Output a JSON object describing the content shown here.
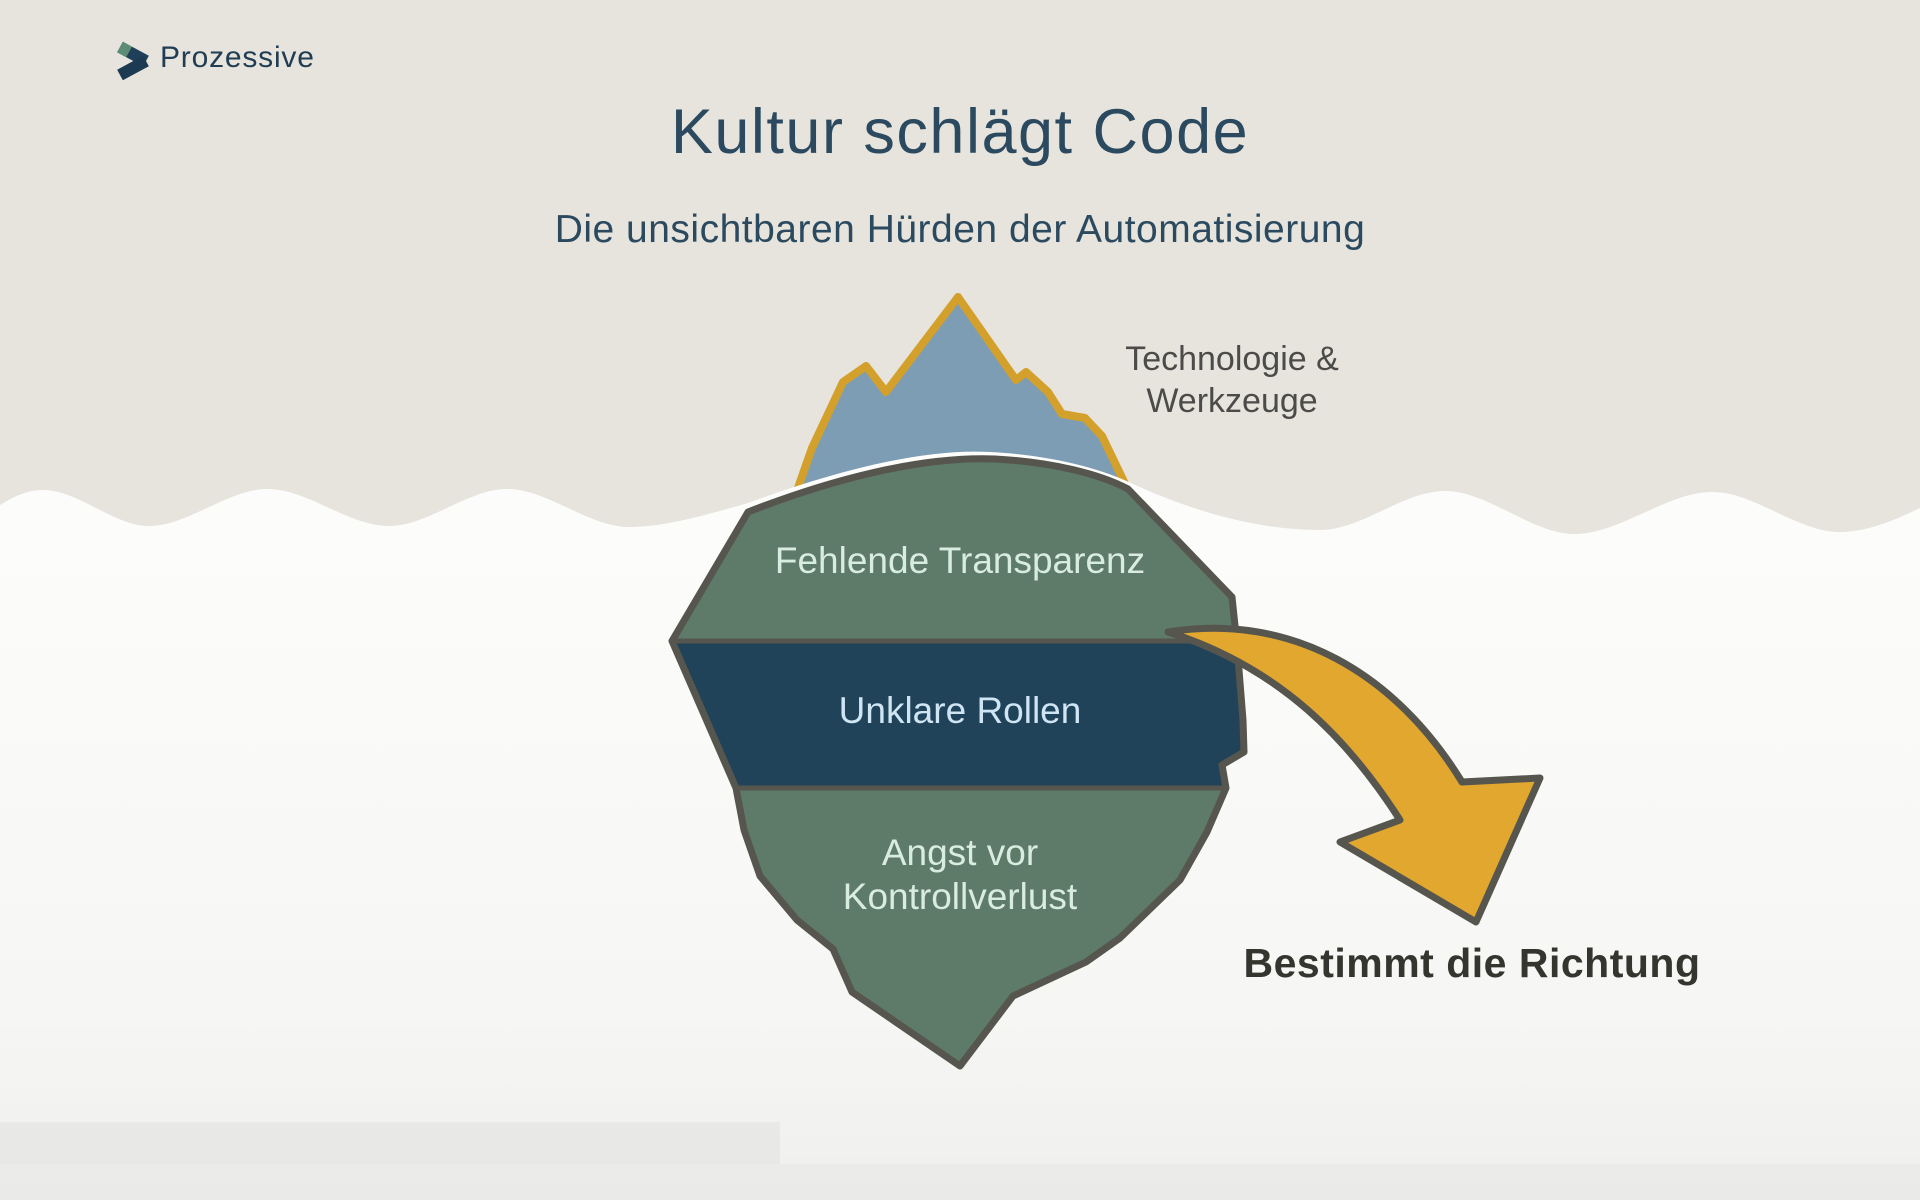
{
  "logo": {
    "name": "Prozessive"
  },
  "slide": {
    "title": "Kultur schlägt Code",
    "subtitle": "Die unsichtbaren Hürden der Automatisierung"
  },
  "iceberg": {
    "surface_label": {
      "lines": [
        "Technologie &",
        "Werkzeuge"
      ]
    },
    "underwater_labels": {
      "top": "Fehlende Transparenz",
      "middle": "Unklare Rollen",
      "bottom": {
        "lines": [
          "Angst vor",
          "Kontrollverlust"
        ]
      }
    }
  },
  "arrow": {
    "caption": "Bestimmt die Richtung"
  },
  "colors": {
    "sky_background": "#e7e4dd",
    "water": "#fcfcfb",
    "tip_fill": "#7d9db4",
    "tip_outline": "#d3a02b",
    "berg_green": "#5e7a68",
    "berg_navy": "#20435a",
    "berg_outline": "#56564f",
    "arrow_fill": "#e2a72e",
    "arrow_outline": "#57564e",
    "title_color": "#2b4a5f",
    "surface_label_color": "#4b4b49",
    "label_mint": "#d9ece1",
    "label_blue": "#cfe5f3",
    "caption_color": "#35352f",
    "logo_color": "#203d53",
    "logo_accent_green": "#5c8d74"
  }
}
